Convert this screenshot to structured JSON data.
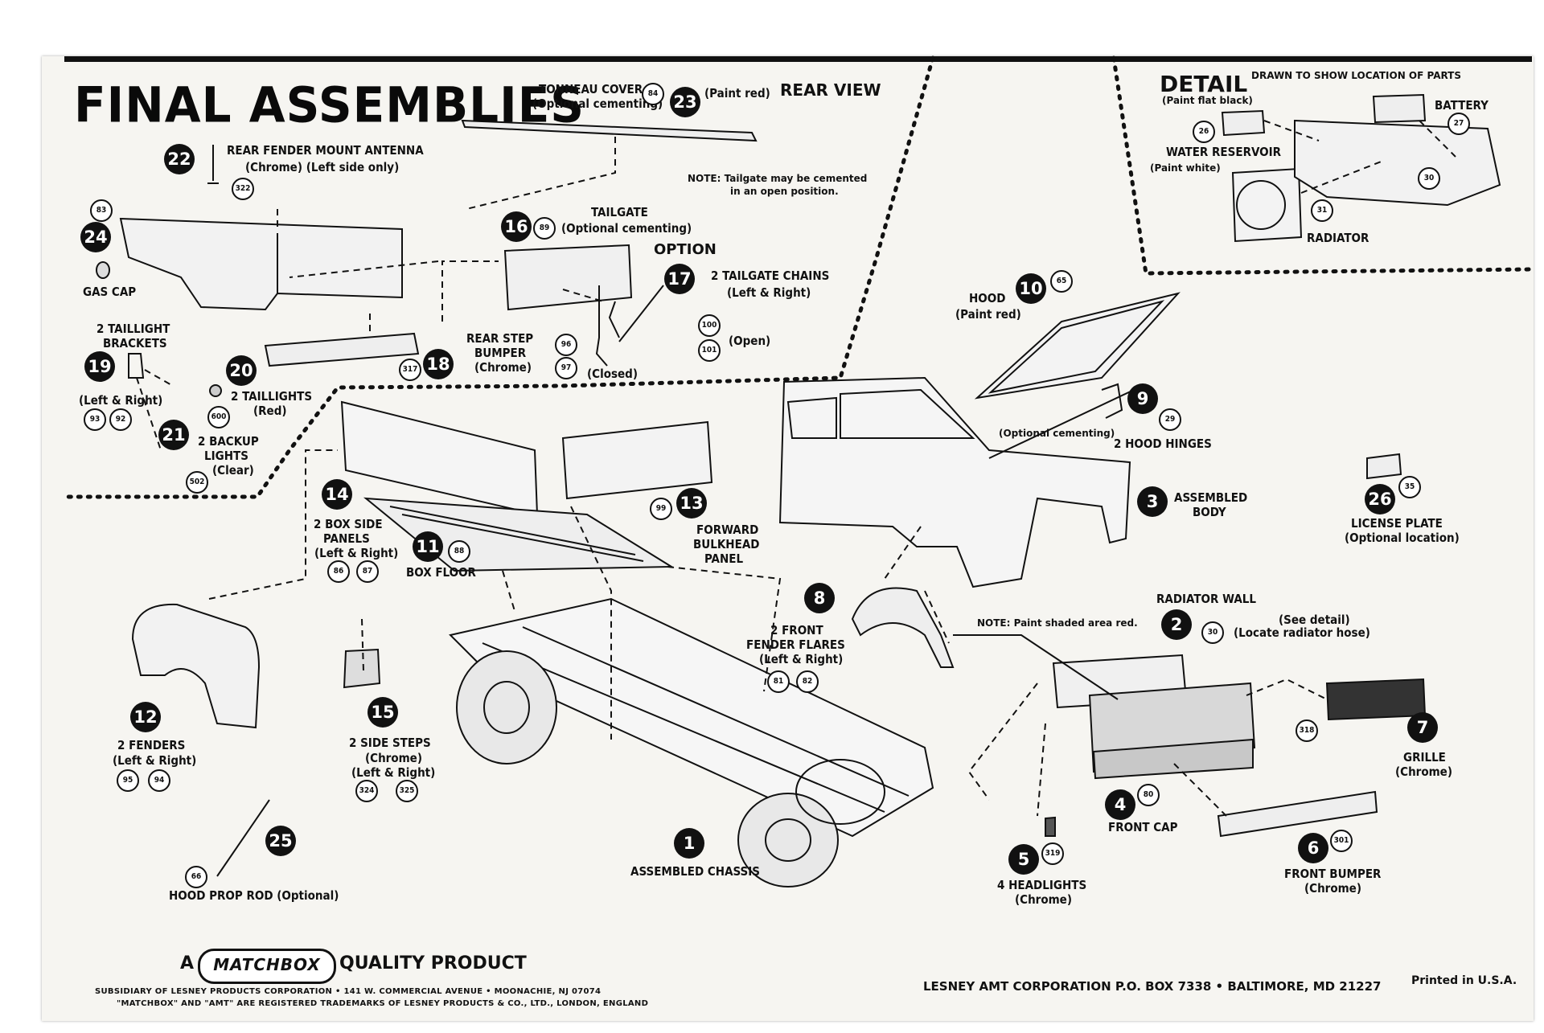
{
  "title": "FINAL ASSEMBLIES",
  "rear_view": "REAR VIEW",
  "option": "OPTION",
  "detail": {
    "heading": "DETAIL",
    "subheading": "DRAWN TO SHOW LOCATION OF PARTS",
    "paint_flat_black": "(Paint flat black)",
    "water_reservoir": "WATER RESERVOIR",
    "paint_white": "(Paint white)",
    "battery": "BATTERY",
    "radiator": "RADIATOR",
    "parts": [
      "26",
      "27",
      "30",
      "31"
    ]
  },
  "notes": {
    "tailgate_line1": "NOTE: Tailgate may be cemented",
    "tailgate_line2": "in an open position.",
    "shaded": "NOTE: Paint shaded area red.",
    "optional_cementing": "(Optional cementing)"
  },
  "steps": [
    {
      "num": "22",
      "label": "REAR FENDER MOUNT ANTENNA",
      "sub": "(Chrome)   (Left side only)",
      "parts": [
        "322"
      ]
    },
    {
      "num": "23",
      "label": "TONNEAU COVER",
      "sub": "(Optional cementing)",
      "paint": "(Paint red)",
      "parts": [
        "84"
      ]
    },
    {
      "num": "24",
      "label": "GAS CAP",
      "sub": "",
      "parts": [
        "83"
      ]
    },
    {
      "num": "16",
      "label": "TAILGATE",
      "sub": "(Optional cementing)",
      "parts": [
        "89"
      ]
    },
    {
      "num": "17",
      "label": "2 TAILGATE CHAINS",
      "sub": "(Left & Right)",
      "closed": "(Closed)",
      "open": "(Open)",
      "parts": [
        "96",
        "97",
        "100",
        "101"
      ]
    },
    {
      "num": "18",
      "label": "REAR STEP",
      "label2": "BUMPER",
      "sub": "(Chrome)",
      "parts": [
        "317"
      ]
    },
    {
      "num": "19",
      "label": "2 TAILLIGHT",
      "label2": "BRACKETS",
      "sub": "(Left & Right)",
      "parts": [
        "93",
        "92"
      ]
    },
    {
      "num": "20",
      "label": "2 TAILLIGHTS",
      "sub": "(Red)",
      "parts": [
        "600"
      ]
    },
    {
      "num": "21",
      "label": "2 BACKUP",
      "label2": "LIGHTS",
      "sub": "(Clear)",
      "parts": [
        "502"
      ]
    },
    {
      "num": "10",
      "label": "HOOD",
      "sub": "(Paint red)",
      "parts": [
        "65"
      ]
    },
    {
      "num": "9",
      "label": "2 HOOD HINGES",
      "sub": "",
      "parts": [
        "29"
      ]
    },
    {
      "num": "3",
      "label": "ASSEMBLED",
      "label2": "BODY",
      "sub": "",
      "parts": []
    },
    {
      "num": "26",
      "label": "LICENSE PLATE",
      "sub": "(Optional location)",
      "parts": [
        "35"
      ]
    },
    {
      "num": "14",
      "label": "2 BOX SIDE",
      "label2": "PANELS",
      "sub": "(Left & Right)",
      "parts": [
        "86",
        "87"
      ]
    },
    {
      "num": "11",
      "label": "BOX FLOOR",
      "sub": "",
      "parts": [
        "88"
      ]
    },
    {
      "num": "13",
      "label": "FORWARD",
      "label2": "BULKHEAD",
      "label3": "PANEL",
      "sub": "",
      "parts": [
        "99"
      ]
    },
    {
      "num": "8",
      "label": "2 FRONT",
      "label2": "FENDER FLARES",
      "sub": "(Left & Right)",
      "parts": [
        "81",
        "82"
      ]
    },
    {
      "num": "2",
      "label": "RADIATOR WALL",
      "sub": "(See detail)",
      "sub2": "(Locate radiator hose)",
      "parts": [
        "30"
      ]
    },
    {
      "num": "12",
      "label": "2 FENDERS",
      "sub": "(Left & Right)",
      "parts": [
        "95",
        "94"
      ]
    },
    {
      "num": "15",
      "label": "2 SIDE STEPS",
      "sub": "(Chrome)",
      "sub2": "(Left & Right)",
      "parts": [
        "324",
        "325"
      ]
    },
    {
      "num": "7",
      "label": "GRILLE",
      "sub": "(Chrome)",
      "parts": [
        "318"
      ]
    },
    {
      "num": "4",
      "label": "FRONT CAP",
      "sub": "",
      "parts": [
        "80"
      ]
    },
    {
      "num": "25",
      "label": "HOOD PROP ROD (Optional)",
      "sub": "",
      "parts": [
        "66"
      ]
    },
    {
      "num": "1",
      "label": "ASSEMBLED CHASSIS",
      "sub": "",
      "parts": []
    },
    {
      "num": "5",
      "label": "4 HEADLIGHTS",
      "sub": "(Chrome)",
      "parts": [
        "319"
      ]
    },
    {
      "num": "6",
      "label": "FRONT BUMPER",
      "sub": "(Chrome)",
      "parts": [
        "301"
      ]
    }
  ],
  "footer": {
    "a": "A",
    "brand": "MATCHBOX",
    "quality": "QUALITY PRODUCT",
    "subsidiary": "SUBSIDIARY OF LESNEY PRODUCTS CORPORATION • 141 W. COMMERCIAL AVENUE • MOONACHIE, NJ 07074",
    "trademark": "\"MATCHBOX\" AND \"AMT\" ARE REGISTERED TRADEMARKS OF LESNEY PRODUCTS & CO., LTD., LONDON, ENGLAND",
    "company": "LESNEY AMT CORPORATION   P.O. BOX 7338 • BALTIMORE, MD 21227",
    "printed": "Printed in U.S.A."
  }
}
